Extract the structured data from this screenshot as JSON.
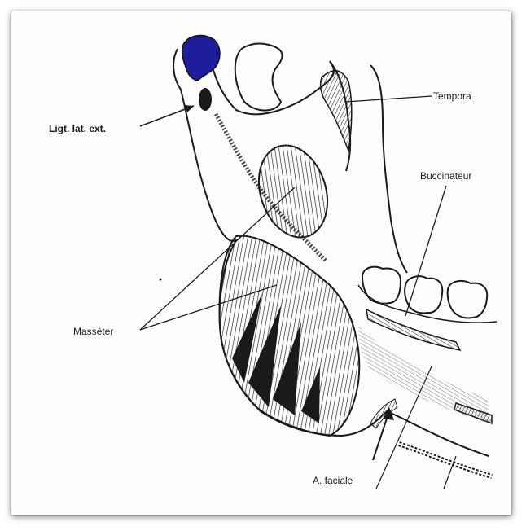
{
  "labels": {
    "ligament": "Ligt. lat. ext.",
    "temporal": "Tempora",
    "buccinateur": "Buccinateur",
    "masseter": "Masséter",
    "facial_artery": "A. faciale"
  },
  "colors": {
    "condyle_highlight": "#1e1e9c",
    "ink": "#1a1a1a"
  }
}
